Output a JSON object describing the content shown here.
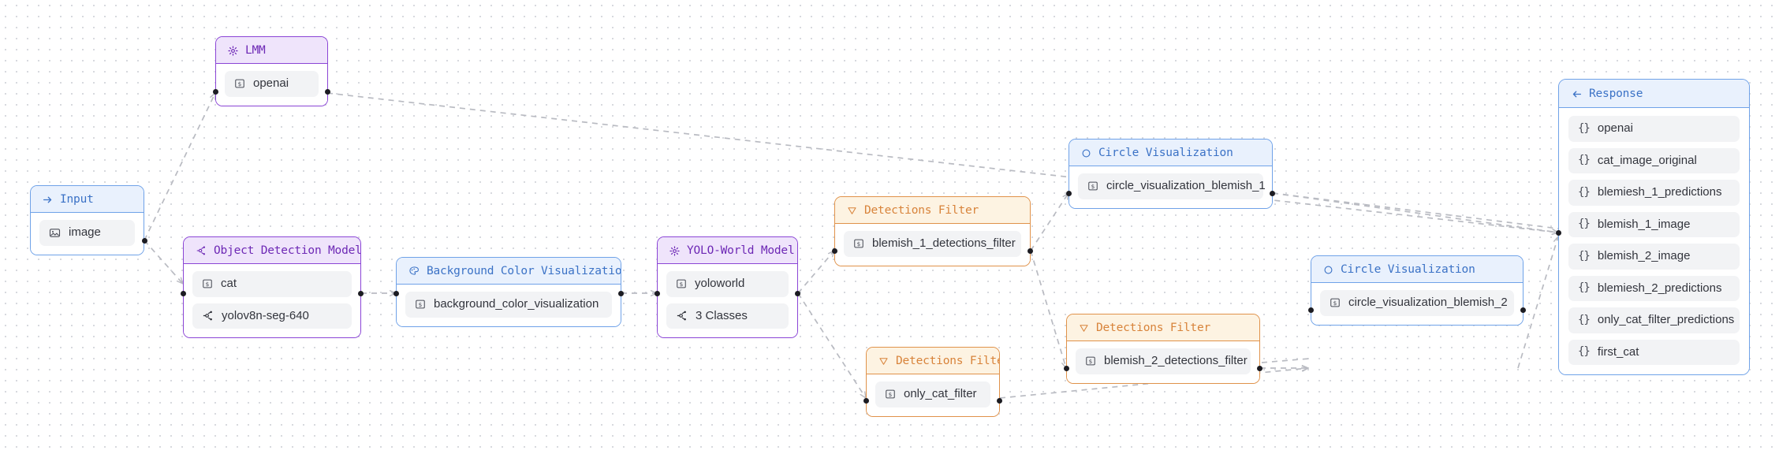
{
  "canvas": {
    "background": "#ffffff",
    "dot_color": "#d7d9de",
    "edge_color": "#b9bbc2"
  },
  "colors": {
    "purple": "#8b45d6",
    "purple_header_bg": "#efe4fb",
    "purple_text": "#6d28b5",
    "blue": "#6fa2e8",
    "blue_header_bg": "#e9f1fd",
    "blue_text": "#3b72c6",
    "orange": "#e0924a",
    "orange_header_bg": "#fdf3e2",
    "orange_text": "#d8833a",
    "chip_bg": "#f2f3f5",
    "chip_text": "#32343c"
  },
  "nodes": {
    "input": {
      "title": "Input",
      "icon": "arrow-right-icon",
      "theme": "blue",
      "fields": [
        {
          "label": "image",
          "icon": "image-icon"
        }
      ]
    },
    "lmm": {
      "title": "LMM",
      "icon": "gear-icon",
      "theme": "purple",
      "fields": [
        {
          "label": "openai",
          "icon": "string-param-icon"
        }
      ]
    },
    "object_detection_model": {
      "title": "Object Detection Model",
      "icon": "model-graph-icon",
      "theme": "purple",
      "fields": [
        {
          "label": "cat",
          "icon": "string-param-icon"
        },
        {
          "label": "yolov8n-seg-640",
          "icon": "model-graph-icon"
        }
      ]
    },
    "background_color_visualization": {
      "title": "Background Color Visualization",
      "icon": "paint-icon",
      "theme": "blue",
      "fields": [
        {
          "label": "background_color_visualization",
          "icon": "string-param-icon"
        }
      ]
    },
    "yolo_world_model": {
      "title": "YOLO-World Model",
      "icon": "gear-icon",
      "theme": "purple",
      "fields": [
        {
          "label": "yoloworld",
          "icon": "string-param-icon"
        },
        {
          "label": "3 Classes",
          "icon": "model-graph-icon"
        }
      ]
    },
    "detections_filter_1": {
      "title": "Detections Filter",
      "icon": "filter-funnel-icon",
      "theme": "orange",
      "fields": [
        {
          "label": "blemish_1_detections_filter",
          "icon": "string-param-icon"
        }
      ]
    },
    "detections_filter_2": {
      "title": "Detections Filter",
      "icon": "filter-funnel-icon",
      "theme": "orange",
      "fields": [
        {
          "label": "blemish_2_detections_filter",
          "icon": "string-param-icon"
        }
      ]
    },
    "detections_filter_3": {
      "title": "Detections Filter",
      "icon": "filter-funnel-icon",
      "theme": "orange",
      "fields": [
        {
          "label": "only_cat_filter",
          "icon": "string-param-icon"
        }
      ]
    },
    "circle_visualization_1": {
      "title": "Circle Visualization",
      "icon": "circle-icon",
      "theme": "blue",
      "fields": [
        {
          "label": "circle_visualization_blemish_1",
          "icon": "string-param-icon"
        }
      ]
    },
    "circle_visualization_2": {
      "title": "Circle Visualization",
      "icon": "circle-icon",
      "theme": "blue",
      "fields": [
        {
          "label": "circle_visualization_blemish_2",
          "icon": "string-param-icon"
        }
      ]
    }
  },
  "response": {
    "title": "Response",
    "icon": "arrow-left-icon",
    "theme": "blue",
    "outputs": [
      {
        "label": "openai",
        "icon": "object-braces-icon"
      },
      {
        "label": "cat_image_original",
        "icon": "object-braces-icon"
      },
      {
        "label": "blemiesh_1_predictions",
        "icon": "object-braces-icon"
      },
      {
        "label": "blemish_1_image",
        "icon": "object-braces-icon"
      },
      {
        "label": "blemish_2_image",
        "icon": "object-braces-icon"
      },
      {
        "label": "blemiesh_2_predictions",
        "icon": "object-braces-icon"
      },
      {
        "label": "only_cat_filter_predictions",
        "icon": "object-braces-icon"
      },
      {
        "label": "first_cat",
        "icon": "object-braces-icon"
      }
    ]
  }
}
